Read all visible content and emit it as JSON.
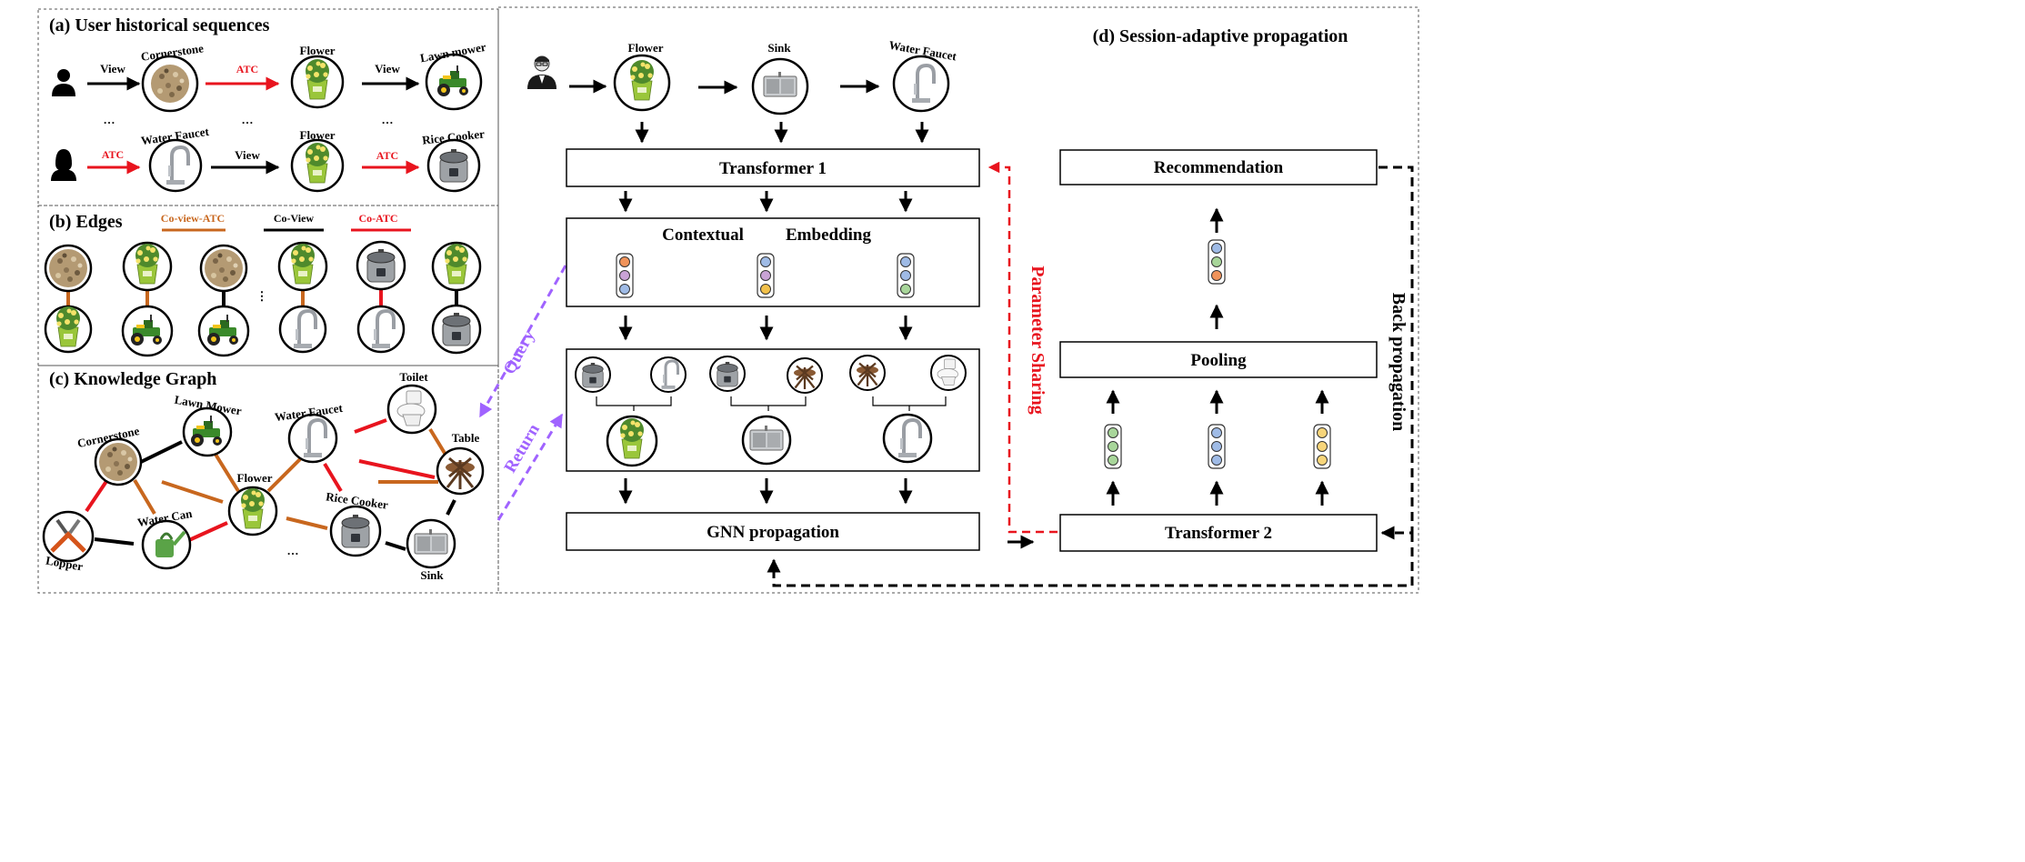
{
  "panels": {
    "a_title": "(a) User historical sequences",
    "b_title": "(b) Edges",
    "c_title": "(c) Knowledge Graph",
    "d_title": "(d) Session-adaptive propagation"
  },
  "sequences": {
    "row1": {
      "edge1": "View",
      "item1": "Cornerstone",
      "edge2": "ATC",
      "item2": "Flower",
      "edge3": "View",
      "item3": "Lawn mower"
    },
    "row2": {
      "edge1": "ATC",
      "item1": "Water Faucet",
      "edge2": "View",
      "item2": "Flower",
      "edge3": "ATC",
      "item3": "Rice Cooker"
    },
    "ellipsis": "…"
  },
  "edges_legend": {
    "co_view_atc": "Co-view-ATC",
    "co_view": "Co-View",
    "co_atc": "Co-ATC",
    "ellipsis": "⋮"
  },
  "kg": {
    "cornerstone": "Cornerstone",
    "lawn_mower": "Lawn Mower",
    "water_faucet": "Water Faucet",
    "toilet": "Toilet",
    "table": "Table",
    "flower": "Flower",
    "rice_cooker": "Rice Cooker",
    "water_can": "Water Can",
    "lopper": "Lopper",
    "sink": "Sink",
    "ellipsis": "…"
  },
  "arrows": {
    "query": "Query",
    "return": "Return"
  },
  "session": {
    "item1": "Flower",
    "item2": "Sink",
    "item3": "Water Faucet"
  },
  "boxes": {
    "transformer1": "Transformer 1",
    "contextual": "Contextual",
    "embedding": "Embedding",
    "gnn": "GNN propagation",
    "recommendation": "Recommendation",
    "pooling": "Pooling",
    "transformer2": "Transformer 2",
    "parameter_sharing": "Parameter Sharing",
    "back_propagation": "Back propagation"
  },
  "colors": {
    "view": "#000000",
    "atc": "#e8141e",
    "co_view_atc": "#c8671e",
    "query_return": "#a063ff",
    "param_sharing": "#e8141e"
  }
}
